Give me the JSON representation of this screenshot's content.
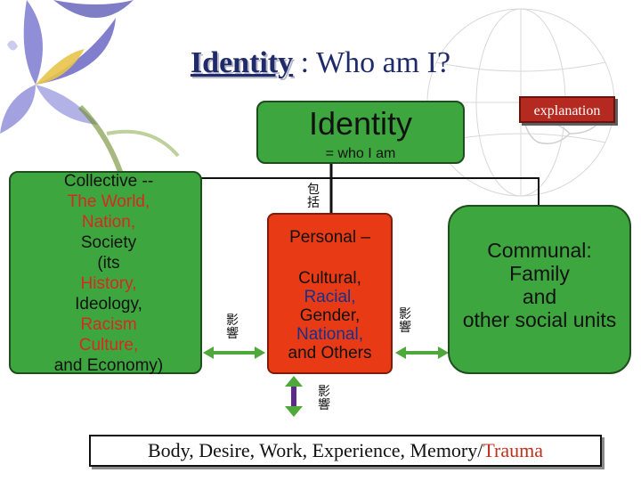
{
  "title": {
    "strong": "Identity",
    "rest": " : Who am I?"
  },
  "explanation_button": "explanation",
  "identity": {
    "label": "Identity",
    "subtitle": "= who I am"
  },
  "collective": {
    "line1": "Collective --",
    "line2": "The World,",
    "line3": "Nation,",
    "line4": "Society",
    "line5": "(its",
    "line6": "History,",
    "line7": "Ideology,",
    "line8": "Racism",
    "line9": "Culture,",
    "line10": "and Economy)"
  },
  "personal": {
    "title": "Personal –",
    "line1": "Cultural,",
    "line2": "Racial,",
    "line3": "Gender,",
    "line4": "National,",
    "line5": "and Others"
  },
  "communal": {
    "line1": "Communal:",
    "line2": "Family",
    "line3": "and",
    "line4": "other social units"
  },
  "connector_labels": {
    "include_1": "包",
    "include_2": "括",
    "influence_1": "影",
    "influence_2": "響"
  },
  "bottom": {
    "main": "Body, Desire, Work, Experience, Memory/",
    "trauma": "Trauma"
  },
  "colors": {
    "title": "#1f2a6b",
    "box_green": "#3ea63e",
    "box_red": "#e83a14",
    "explanation_red": "#b52a20",
    "text_red": "#d62a1e",
    "text_blue": "#13328f",
    "arrow_green": "#4fa83a",
    "arrow_purple": "#5b2a8a"
  }
}
